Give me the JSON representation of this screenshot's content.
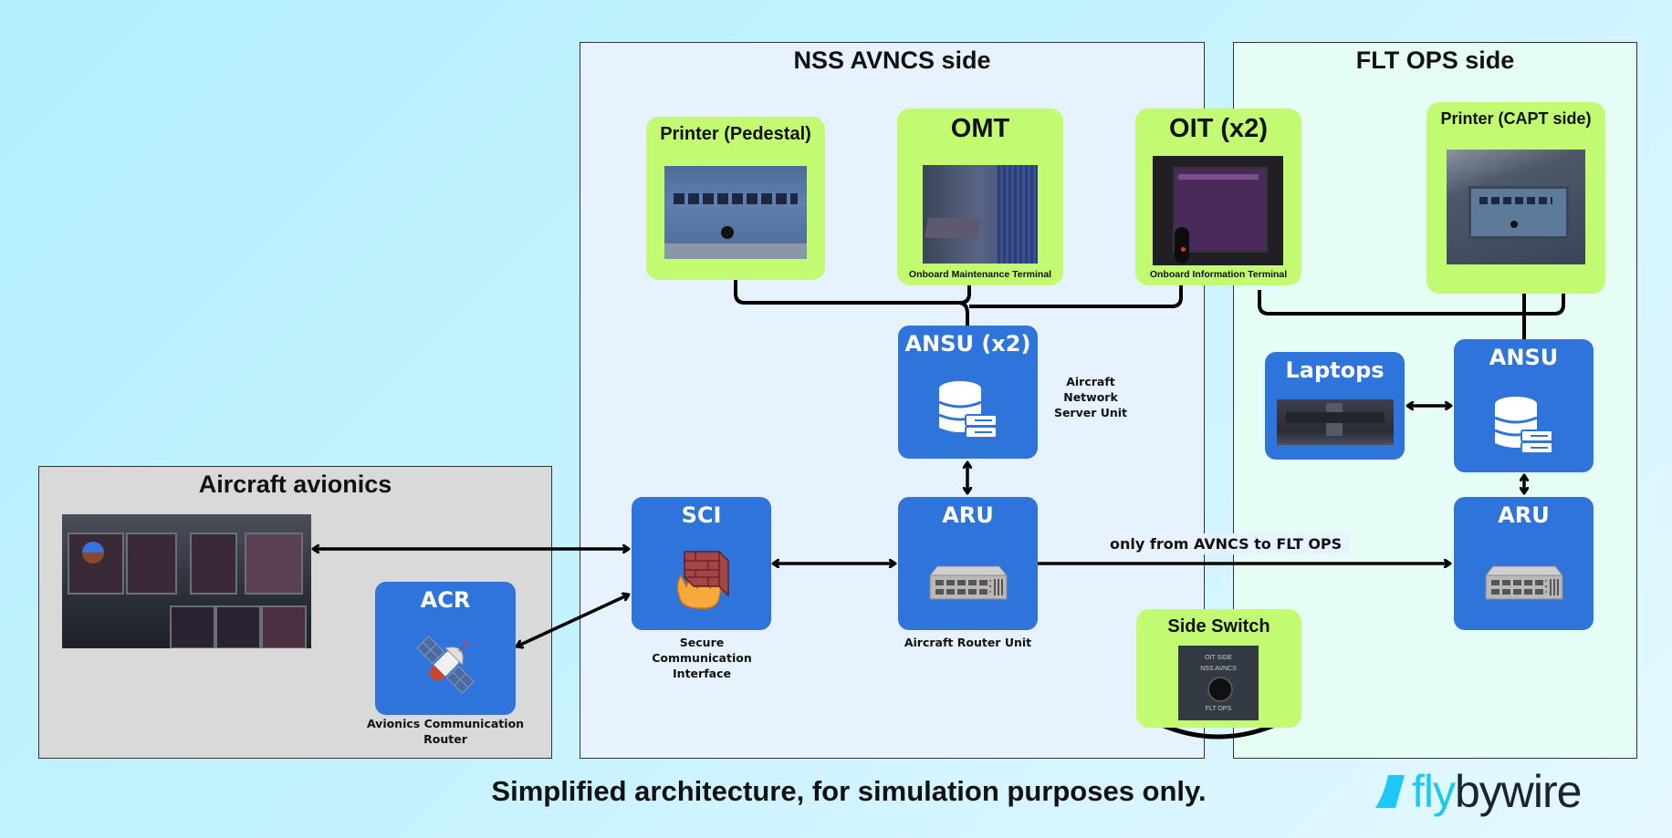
{
  "regions": {
    "avionics": {
      "title": "Aircraft avionics",
      "background": "#d9d9d9"
    },
    "nss": {
      "title": "NSS AVNCS side",
      "background": "#e6f3ff"
    },
    "fltops": {
      "title": "FLT OPS side",
      "background": "#e6fdf6"
    }
  },
  "nss_nodes": {
    "printer_pedestal": {
      "title": "Printer (Pedestal)",
      "image": "pedestal-printer-photo"
    },
    "omt": {
      "title": "OMT",
      "caption": "Onboard Maintenance Terminal",
      "image": "omt-photo"
    },
    "oit": {
      "title": "OIT (x2)",
      "caption": "Onboard Information Terminal",
      "image": "oit-photo"
    },
    "ansu": {
      "title": "ANSU (x2)",
      "caption": "Aircraft Network Server Unit",
      "icon": "database-server-icon"
    },
    "sci": {
      "title": "SCI",
      "caption": "Secure Communication Interface",
      "icon": "firewall-icon"
    },
    "aru": {
      "title": "ARU",
      "caption": "Aircraft Router Unit",
      "icon": "network-switch-icon"
    },
    "side_switch": {
      "title": "Side Switch",
      "image": "side-switch-photo",
      "labels": [
        "OIT SIDE",
        "NSS AVNCS",
        "FLT OPS"
      ]
    }
  },
  "fltops_nodes": {
    "printer_capt": {
      "title": "Printer (CAPT side)",
      "image": "capt-printer-photo"
    },
    "laptops": {
      "title": "Laptops",
      "image": "laptops-photo"
    },
    "ansu": {
      "title": "ANSU",
      "icon": "database-server-icon"
    },
    "aru": {
      "title": "ARU",
      "icon": "network-switch-icon"
    }
  },
  "avionics_nodes": {
    "cockpit": {
      "image": "cockpit-displays-photo"
    },
    "acr": {
      "title": "ACR",
      "caption": "Avionics Communication Router",
      "icon": "satellite-icon"
    }
  },
  "edges": [
    {
      "from": "Printer (Pedestal)",
      "to": "ANSU (x2)",
      "type": "line"
    },
    {
      "from": "OMT",
      "to": "ANSU (x2)",
      "type": "line"
    },
    {
      "from": "OIT (x2)",
      "to": "ANSU (x2)",
      "type": "line"
    },
    {
      "from": "ANSU (x2)",
      "to": "ARU",
      "type": "bidirectional"
    },
    {
      "from": "SCI",
      "to": "ARU",
      "type": "bidirectional"
    },
    {
      "from": "Cockpit displays",
      "to": "SCI",
      "type": "bidirectional"
    },
    {
      "from": "ACR",
      "to": "SCI",
      "type": "bidirectional"
    },
    {
      "from": "ARU (NSS)",
      "to": "ARU (FLT OPS)",
      "type": "directed",
      "label": "only from AVNCS to FLT OPS"
    },
    {
      "from": "OIT (x2)",
      "to": "ANSU (FLT OPS)",
      "type": "line"
    },
    {
      "from": "Printer (CAPT side)",
      "to": "ANSU (FLT OPS)",
      "type": "line"
    },
    {
      "from": "Laptops",
      "to": "ANSU (FLT OPS)",
      "type": "bidirectional"
    },
    {
      "from": "ANSU (FLT OPS)",
      "to": "ARU (FLT OPS)",
      "type": "bidirectional"
    }
  ],
  "footer": {
    "note": "Simplified architecture, for simulation purposes only.",
    "logo_fly": "fly",
    "logo_bywire": "bywire"
  },
  "colors": {
    "node_blue": "#2f74db",
    "node_green": "#c2fb71",
    "logo_cyan": "#1ec8f5",
    "logo_dark": "#1c2433"
  }
}
